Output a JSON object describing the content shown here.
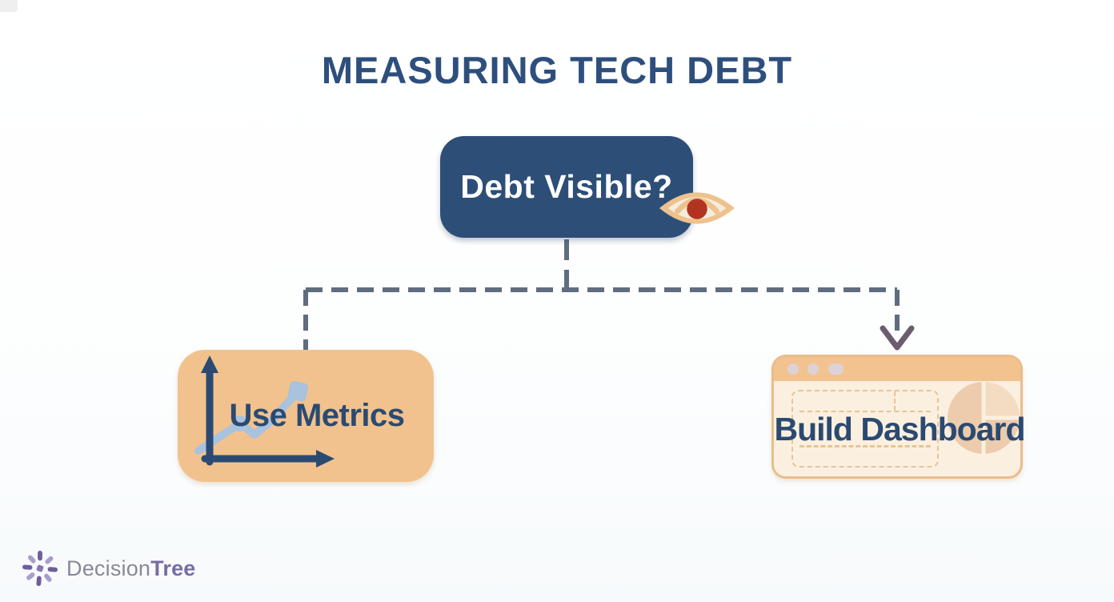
{
  "title": "MEASURING TECH DEBT",
  "tree": {
    "root": {
      "label": "Debt Visible?",
      "icon": "eye-icon"
    },
    "branches": [
      {
        "id": "use-metrics",
        "label": "Use Metrics",
        "icon": "metrics-chart-icon"
      },
      {
        "id": "build-dashboard",
        "label": "Build Dashboard",
        "icon": "dashboard-window-icon"
      }
    ]
  },
  "logo": {
    "icon": "asterisk-icon",
    "name_primary": "Decision",
    "name_secondary": "Tree"
  },
  "colors": {
    "title_text": "#2e4f7d",
    "root_node_bg": "#2d4e77",
    "root_node_text": "#ffffff",
    "branch_node_bg": "#f2c28e",
    "branch_node_text": "#2b4a71",
    "connector_dash": "#5f6d7e",
    "arrowhead": "#6b5d6e",
    "eye_tan": "#eec28d",
    "eye_sclera": "#f5ecdf",
    "eye_pupil": "#b23420",
    "trend_line": "#a9c2dd",
    "axes": "#2b4a71",
    "window_body": "#fbf0e0",
    "window_header": "#f2c38f",
    "window_border": "#e9bd8b",
    "logo_gray": "#8a8799",
    "logo_purple": "#776ca2"
  }
}
